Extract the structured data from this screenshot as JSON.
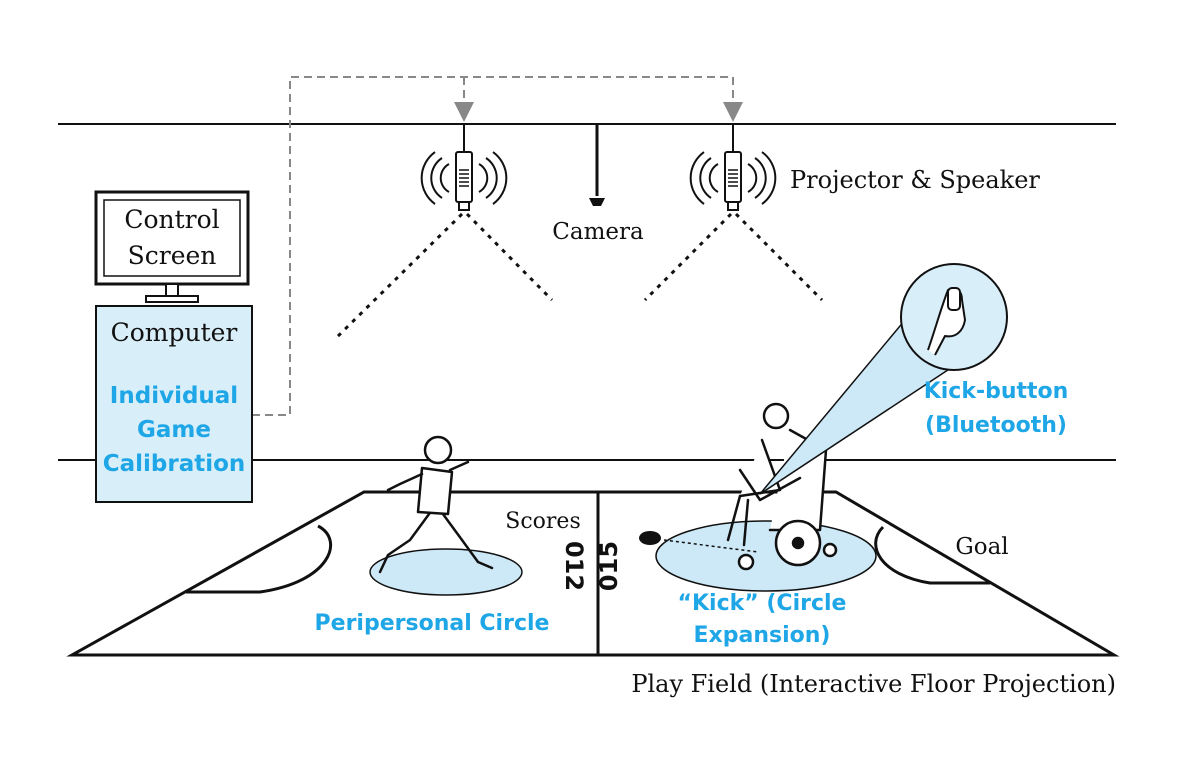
{
  "labels": {
    "control_screen_line1": "Control",
    "control_screen_line2": "Screen",
    "computer": "Computer",
    "calibration_line1": "Individual",
    "calibration_line2": "Game",
    "calibration_line3": "Calibration",
    "camera": "Camera",
    "projector_speaker": "Projector & Speaker",
    "kick_button_line1": "Kick-button",
    "kick_button_line2": "(Bluetooth)",
    "scores": "Scores",
    "score_left": "012",
    "score_right": "015",
    "goal": "Goal",
    "peripersonal_circle": "Peripersonal Circle",
    "kick_line1": "“Kick” (Circle",
    "kick_line2": "Expansion)",
    "play_field": "Play Field (Interactive Floor Projection)"
  },
  "colors": {
    "accent_text": "#1ea6e6",
    "computer_fill": "#d8eef9",
    "circle_fill": "#cde8f6",
    "line": "#111111",
    "cable": "#888888"
  }
}
